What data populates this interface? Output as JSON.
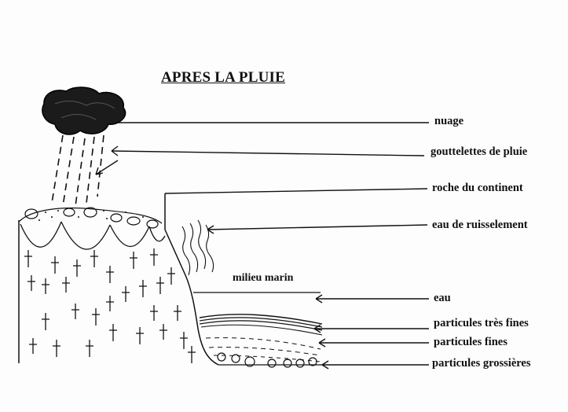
{
  "title": "APRES LA PLUIE",
  "inner_label": "milieu marin",
  "labels": {
    "nuage": "nuage",
    "gouttelettes": "gouttelettes de pluie",
    "roche": "roche du continent",
    "ruissellement": "eau de ruisselement",
    "eau": "eau",
    "tres_fines": "particules très fines",
    "fines": "particules fines",
    "grossieres": "particules grossières"
  }
}
